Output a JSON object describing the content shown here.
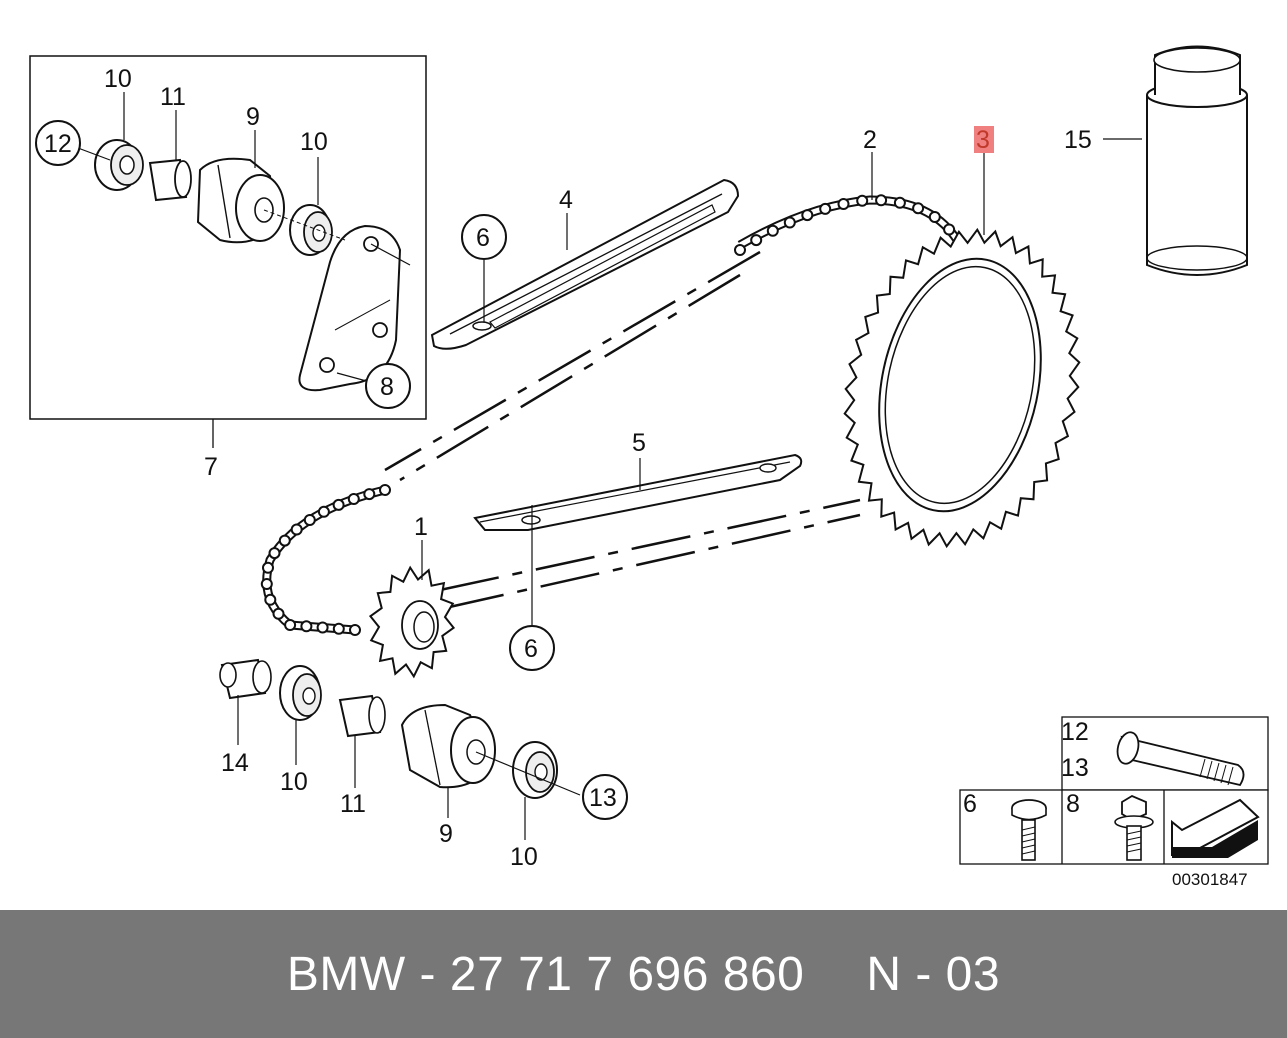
{
  "labels": {
    "l1": "1",
    "l2": "2",
    "l3": "3",
    "l4": "4",
    "l5": "5",
    "l6a": "6",
    "l6b": "6",
    "l7": "7",
    "l8": "8",
    "l9a": "9",
    "l9b": "9",
    "l10a": "10",
    "l10b": "10",
    "l10c": "10",
    "l10d": "10",
    "l11a": "11",
    "l11b": "11",
    "l12": "12",
    "l13": "13",
    "l14": "14",
    "l15": "15"
  },
  "hardware_box": {
    "l12": "12",
    "l13": "13",
    "l6": "6",
    "l8": "8"
  },
  "diagram_code": "00301847",
  "footer": {
    "part_number": "BMW - 27 71 7 696 860",
    "revision": "N - 03"
  },
  "colors": {
    "highlight": "#f08080",
    "footer_bg": "#777777"
  }
}
